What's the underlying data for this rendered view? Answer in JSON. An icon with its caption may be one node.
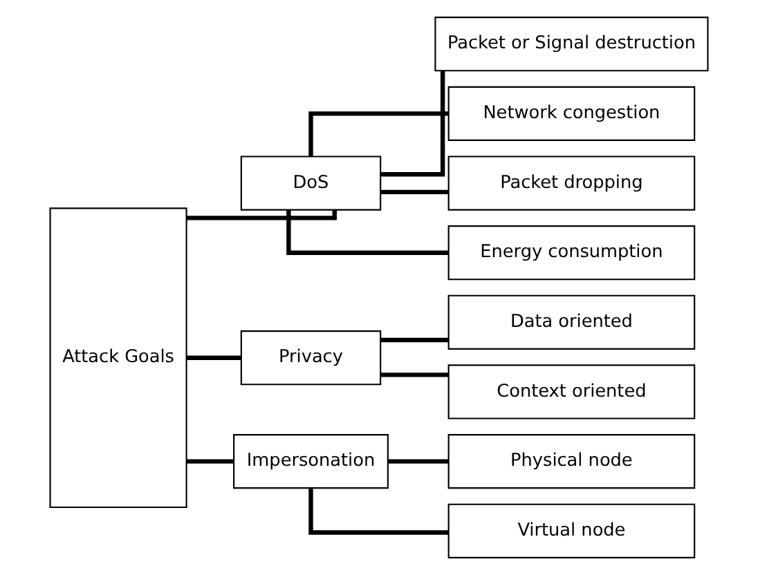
{
  "diagram": {
    "nodes": [
      {
        "text": [
          "Attack Goals"
        ]
      },
      {
        "text": [
          "DoS"
        ]
      },
      {
        "text": [
          "Packet or Signal destruction"
        ]
      },
      {
        "text": [
          "Network congestion"
        ]
      },
      {
        "text": [
          "Packet dropping"
        ]
      },
      {
        "text": [
          "Energy consumption"
        ]
      },
      {
        "text": [
          "Privacy"
        ]
      },
      {
        "text": [
          "Data oriented"
        ]
      },
      {
        "text": [
          "Context oriented"
        ]
      },
      {
        "text": [
          "Impersonation"
        ]
      },
      {
        "text": [
          "Physical node"
        ]
      },
      {
        "text": [
          "Virtual node"
        ]
      }
    ],
    "edges": [
      {
        "from": 0,
        "to": 1,
        "arrow": "none"
      },
      {
        "from": 0,
        "to": 6,
        "arrow": "none"
      },
      {
        "from": 0,
        "to": 9,
        "arrow": "none"
      },
      {
        "from": 1,
        "to": 2,
        "arrow": "none"
      },
      {
        "from": 1,
        "to": 3,
        "arrow": "none"
      },
      {
        "from": 1,
        "to": 4,
        "arrow": "none"
      },
      {
        "from": 1,
        "to": 5,
        "arrow": "none"
      },
      {
        "from": 6,
        "to": 7,
        "arrow": "none"
      },
      {
        "from": 6,
        "to": 8,
        "arrow": "none"
      },
      {
        "from": 9,
        "to": 10,
        "arrow": "none"
      },
      {
        "from": 9,
        "to": 11,
        "arrow": "none"
      }
    ]
  }
}
